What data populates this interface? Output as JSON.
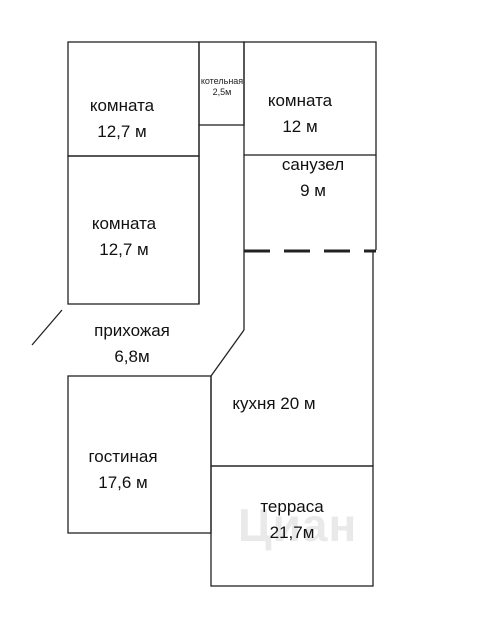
{
  "rooms": {
    "room1": {
      "name": "комната",
      "area": "12,7 м"
    },
    "boiler": {
      "name": "котельная",
      "area": "2,5м"
    },
    "room2": {
      "name": "комната",
      "area": "12 м"
    },
    "bath": {
      "name": "санузел",
      "area": "9 м"
    },
    "room3": {
      "name": "комната",
      "area": "12,7 м"
    },
    "hall": {
      "name": "прихожая",
      "area": "6,8м"
    },
    "kitchen": {
      "label": "кухня 20 м"
    },
    "living": {
      "name": "гостиная",
      "area": "17,6 м"
    },
    "terrace": {
      "name": "терраса",
      "area": "21,7м"
    }
  },
  "watermark": "Циан",
  "colors": {
    "wall": "#222222",
    "background": "#ffffff"
  }
}
